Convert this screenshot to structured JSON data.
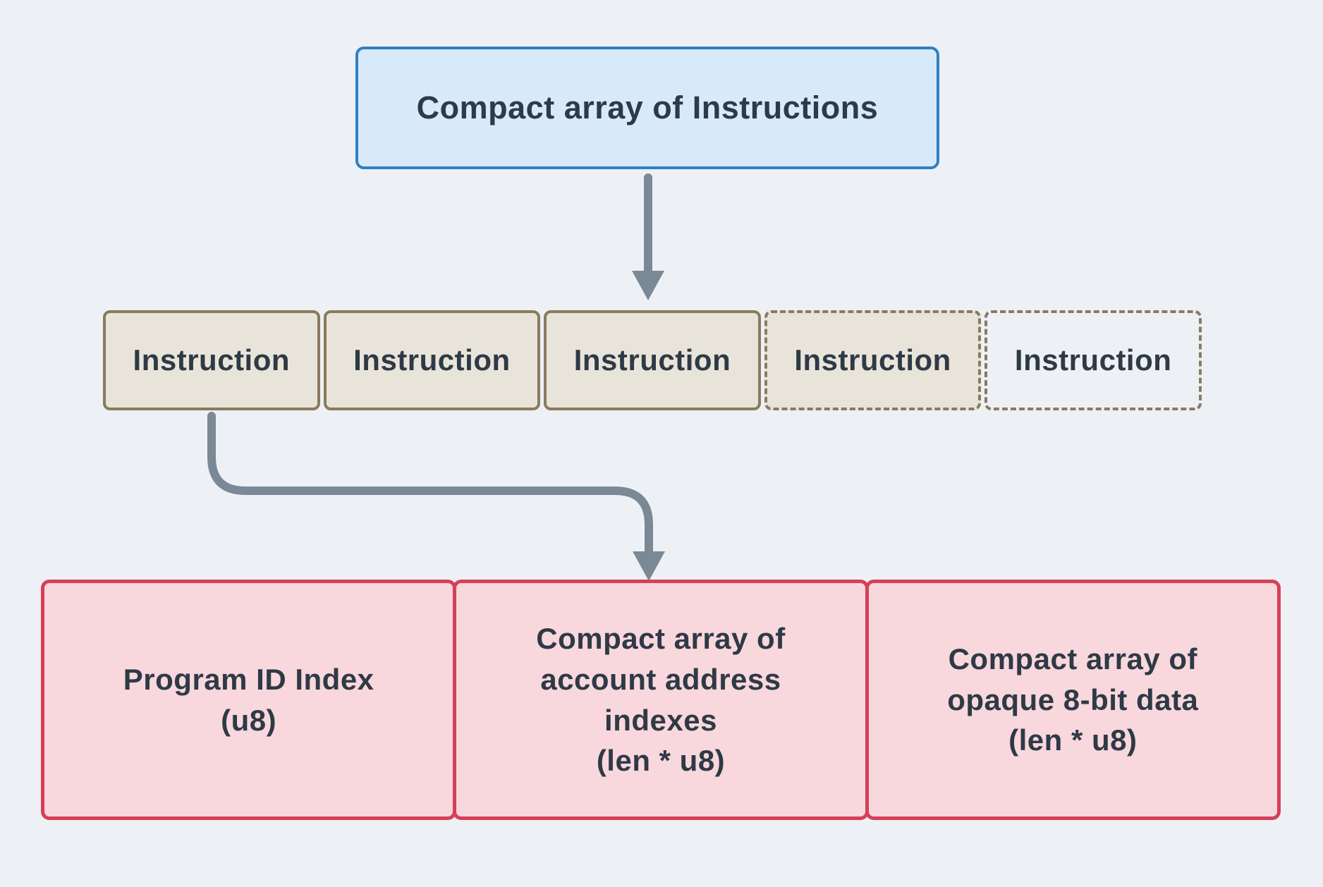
{
  "diagram": {
    "title_box": {
      "label": "Compact array of Instructions"
    },
    "instruction_row": {
      "items": [
        {
          "label": "Instruction",
          "style": "solid"
        },
        {
          "label": "Instruction",
          "style": "solid"
        },
        {
          "label": "Instruction",
          "style": "solid"
        },
        {
          "label": "Instruction",
          "style": "dashed-filled"
        },
        {
          "label": "Instruction",
          "style": "dashed-empty"
        }
      ]
    },
    "detail_boxes": [
      {
        "lines": [
          "Program ID Index",
          "(u8)"
        ]
      },
      {
        "lines": [
          "Compact array of",
          "account address",
          "indexes",
          "(len * u8)"
        ]
      },
      {
        "lines": [
          "Compact array of",
          "opaque 8-bit data",
          "(len * u8)"
        ]
      }
    ],
    "colors": {
      "background": "#edf1f5",
      "title_fill": "#d8e9f9",
      "title_border": "#2f80c3",
      "instruction_fill": "#e9e4da",
      "instruction_border": "#8a7a5e",
      "detail_fill": "#f8d7dd",
      "detail_border": "#d64057",
      "arrow": "#7b8895",
      "text": "#2e3a46"
    }
  }
}
